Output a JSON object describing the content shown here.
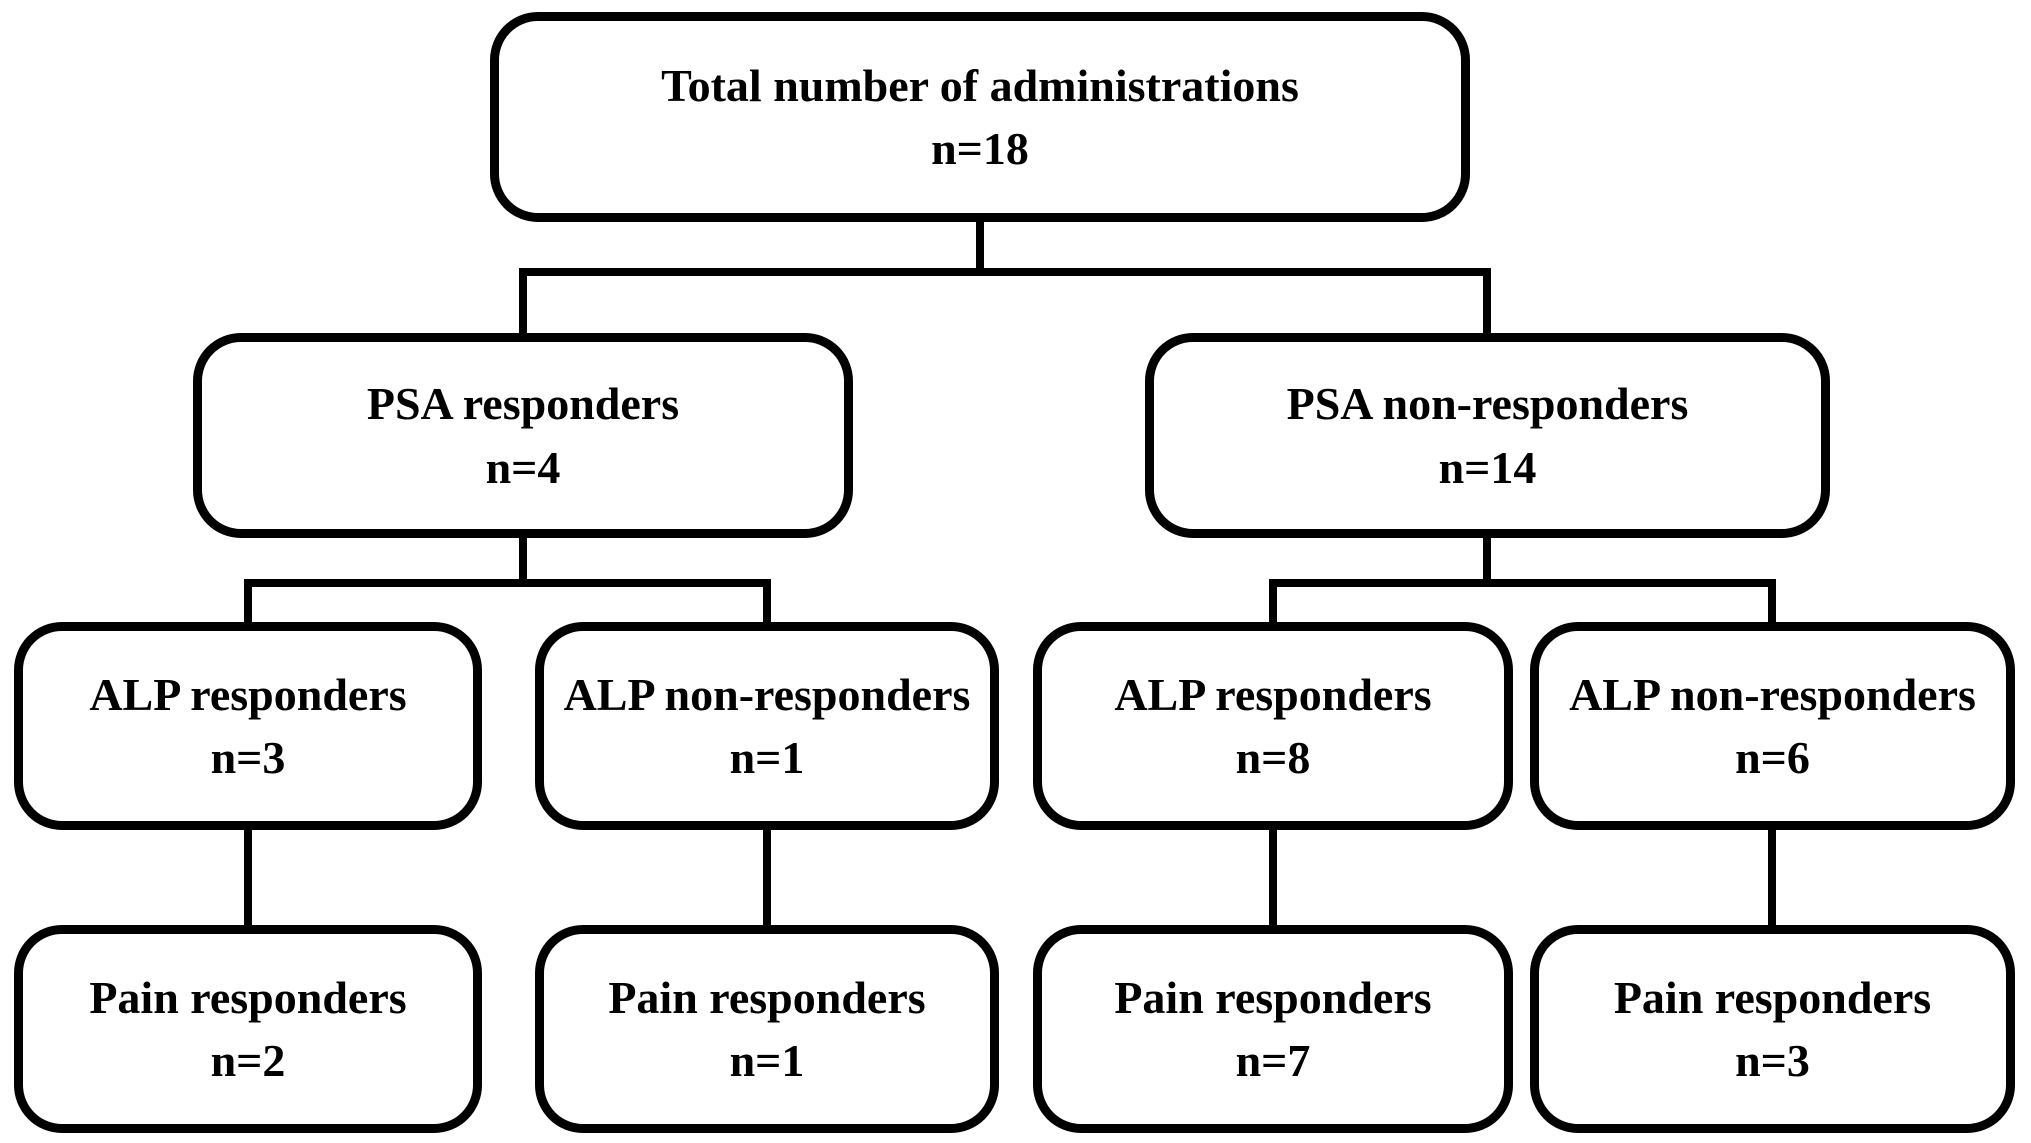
{
  "diagram": {
    "background_color": "#ffffff",
    "line_color": "#000000",
    "box_fill_color": "#ffffff",
    "box_border_color": "#000000",
    "nodes": [
      {
        "id": "total-administrations",
        "label": "Total number of administrations",
        "count": "n=18",
        "parent": null
      },
      {
        "id": "psa-responders",
        "label": "PSA responders",
        "count": "n=4",
        "parent": "total-administrations"
      },
      {
        "id": "psa-non-responders",
        "label": "PSA non-responders",
        "count": "n=14",
        "parent": "total-administrations"
      },
      {
        "id": "alp-responders-of-psa-responders",
        "label": "ALP responders",
        "count": "n=3",
        "parent": "psa-responders"
      },
      {
        "id": "alp-non-responders-of-psa-responders",
        "label": "ALP non-responders",
        "count": "n=1",
        "parent": "psa-responders"
      },
      {
        "id": "alp-responders-of-psa-non-responders",
        "label": "ALP responders",
        "count": "n=8",
        "parent": "psa-non-responders"
      },
      {
        "id": "alp-non-responders-of-psa-non-responders",
        "label": "ALP non-responders",
        "count": "n=6",
        "parent": "psa-non-responders"
      },
      {
        "id": "pain-responders-of-alp-responders-psa-responders",
        "label": "Pain responders",
        "count": "n=2",
        "parent": "alp-responders-of-psa-responders"
      },
      {
        "id": "pain-responders-of-alp-non-responders-psa-responders",
        "label": "Pain responders",
        "count": "n=1",
        "parent": "alp-non-responders-of-psa-responders"
      },
      {
        "id": "pain-responders-of-alp-responders-psa-non-responders",
        "label": "Pain responders",
        "count": "n=7",
        "parent": "alp-responders-of-psa-non-responders"
      },
      {
        "id": "pain-responders-of-alp-non-responders-psa-non-responders",
        "label": "Pain responders",
        "count": "n=3",
        "parent": "alp-non-responders-of-psa-non-responders"
      }
    ]
  }
}
